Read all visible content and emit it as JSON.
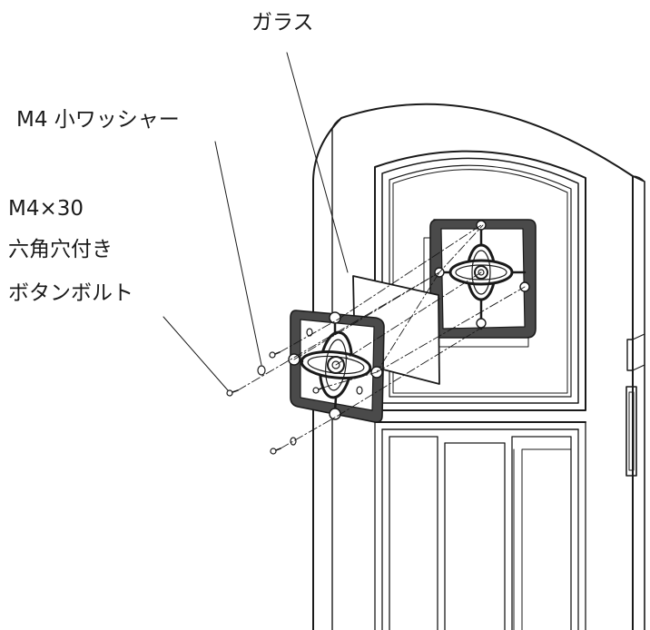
{
  "labels": {
    "glass": "ガラス",
    "washer": "M4 小ワッシャー",
    "bolt_size": "M4×30",
    "bolt_type": "六角穴付き",
    "bolt_name": "ボタンボルト"
  },
  "colors": {
    "line": "#1a1a1a",
    "background": "#ffffff",
    "frame_fill": "#4a4a4a"
  }
}
